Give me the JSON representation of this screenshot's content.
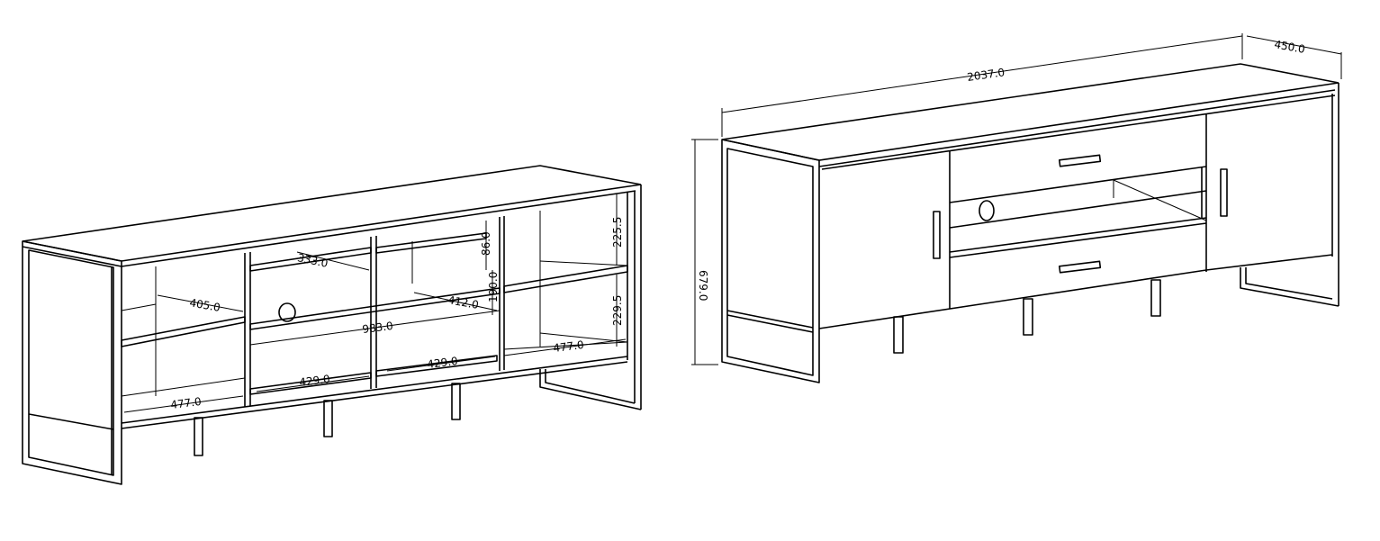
{
  "interior_view": {
    "dimensions": {
      "d333": "333.0",
      "d86": "86.0",
      "d225": "225.5",
      "d405": "405.0",
      "d412": "412.0",
      "d190": "190.0",
      "d983": "983.0",
      "d229": "229.5",
      "d477_right": "477.0",
      "d429_left": "429.0",
      "d429_right": "429.0",
      "d477_left": "477.0"
    }
  },
  "exterior_view": {
    "dimensions": {
      "width": "2037.0",
      "depth": "450.0",
      "height": "679.0"
    }
  }
}
